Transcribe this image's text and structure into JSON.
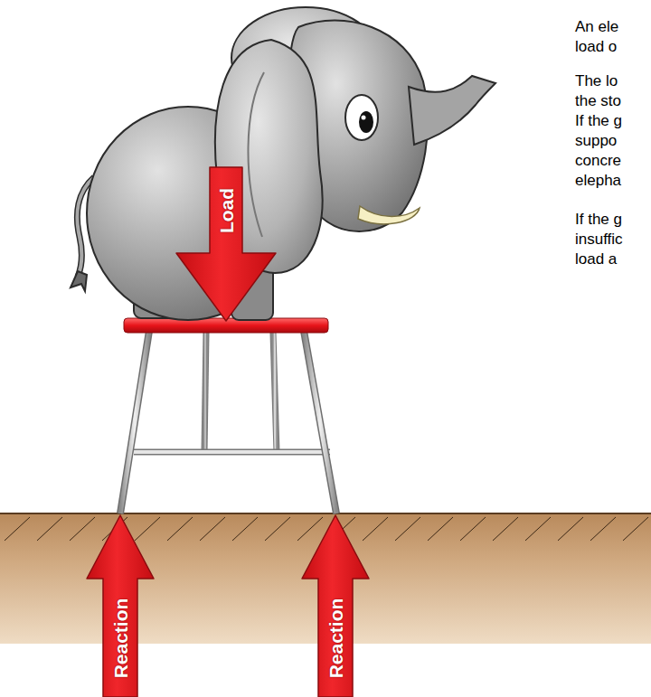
{
  "diagram": {
    "nodes": [
      {
        "text": [
          "Load"
        ]
      },
      {
        "text": [
          "Reaction"
        ]
      },
      {
        "text": [
          "Reaction"
        ]
      }
    ],
    "labels": [
      "An ele load o",
      "The lo the sto",
      "If the g suppo concre elepha",
      "If the g insuffic load a"
    ]
  }
}
